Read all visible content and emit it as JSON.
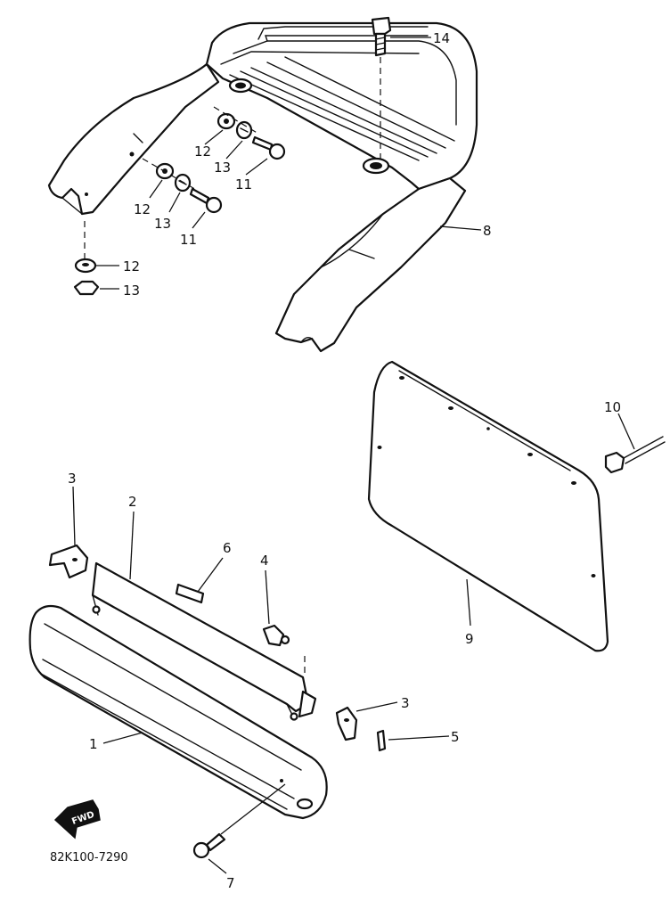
{
  "diagram_code": "82K100-7290",
  "direction_arrow": {
    "label": "FWD"
  },
  "callouts": {
    "c1": "1",
    "c2": "2",
    "c3a": "3",
    "c3b": "3",
    "c4": "4",
    "c5": "5",
    "c6": "6",
    "c7": "7",
    "c8": "8",
    "c9": "9",
    "c10": "10",
    "c11a": "11",
    "c11b": "11",
    "c12a": "12",
    "c12b": "12",
    "c12c": "12",
    "c13a": "13",
    "c13b": "13",
    "c13c": "13",
    "c14": "14"
  }
}
